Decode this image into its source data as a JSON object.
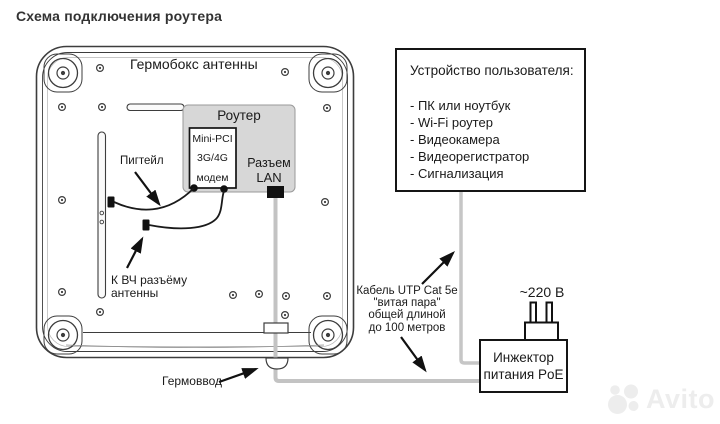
{
  "page": {
    "title": "Схема подключения роутера"
  },
  "diagram": {
    "enclosure_label": "Гермобокс антенны",
    "router": {
      "title": "Роутер",
      "modem_line_1": "Mini-PCI",
      "modem_line_2": "3G/4G",
      "modem_line_3": "модем",
      "lan_label_1": "Разъем",
      "lan_label_2": "LAN"
    },
    "labels": {
      "pigtail": "Пигтейл",
      "rf_connector_line_1": "К ВЧ разъёму",
      "rf_connector_line_2": "антенны",
      "cable_gland": "Гермоввод",
      "utp_line_1": "Кабель UTP Cat 5e",
      "utp_line_2": "\"витая пара\"",
      "utp_line_3": "общей длиной",
      "utp_line_4": "до 100 метров",
      "power": "~220 В"
    },
    "user_device_box": {
      "title": "Устройство пользователя:",
      "items": [
        "- ПК или ноутбук",
        "- Wi-Fi роутер",
        "- Видеокамера",
        "- Видеорегистратор",
        "- Сигнализация"
      ]
    },
    "poe_injector": {
      "line_1": "Инжектор",
      "line_2": "питания PoE"
    }
  },
  "watermark": {
    "text": "Avito"
  },
  "colors": {
    "line": "#3d3d3d",
    "cable_gray": "#c3c3c3",
    "router_fill": "#d7d7d7",
    "text": "#1a1a1a",
    "title_text": "#333333",
    "watermark_gray": "#ededed"
  }
}
